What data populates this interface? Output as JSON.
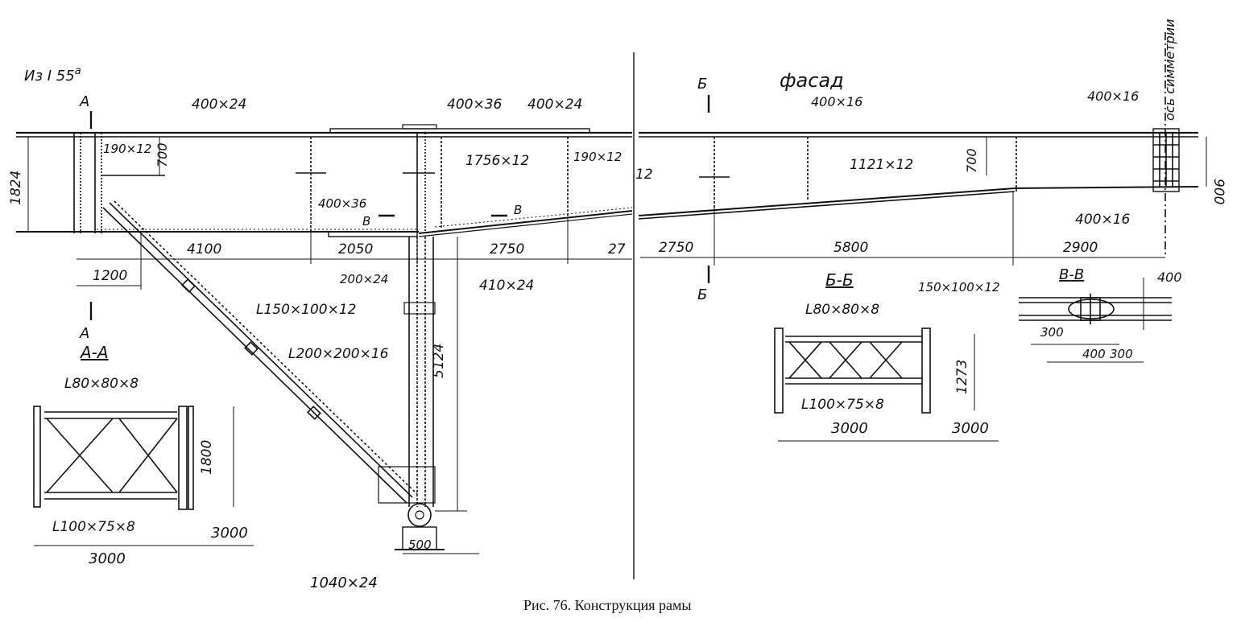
{
  "caption": "Рис. 76. Конструкция рамы",
  "views": {
    "facade": "фасад",
    "symmetry_axis": "ось симметрии"
  },
  "section_marks": {
    "a_top": "А",
    "a_bottom": "А",
    "b_top": "Б",
    "b_bottom": "Б",
    "v_left": "В",
    "v_right": "В"
  },
  "section_titles": {
    "a_a": "А-А",
    "b_b": "Б-Б",
    "v_v": "В-В"
  },
  "labels": {
    "i55": "Из I 55",
    "i55_sup": "а",
    "plate_400x24_left": "400×24",
    "plate_400x36_top": "400×36",
    "plate_400x24_mid": "400×24",
    "plate_400x16_top": "400×16",
    "plate_400x16_axis": "400×16",
    "plate_400x16_bottom": "400×16",
    "web_190x12_left": "190×12",
    "web_1756x12": "1756×12",
    "web_190x12_right": "190×12",
    "web_1121x12": "1121×12",
    "plate_400x36_bottom": "400×36",
    "plate_410x24": "410×24",
    "plate_200x24": "200×24",
    "angle_150x100x12": "L150×100×12",
    "angle_200x200x16": "L200×200×16",
    "angle_80x80x8_a": "L80×80×8",
    "angle_100x75x8_a": "L100×75×8",
    "angle_80x80x8_b": "L80×80×8",
    "angle_100x75x8_b": "L100×75×8",
    "angle_150x100x12_v": "150×100×12",
    "plate_1040x24": "1040×24",
    "small_12": "12"
  },
  "dimensions": {
    "h_1824": "1824",
    "h_700_left": "700",
    "h_700_right": "700",
    "h_900": "900",
    "h_5124": "5124",
    "h_1800": "1800",
    "h_1273": "1273",
    "d_1200": "1200",
    "d_4100": "4100",
    "d_2050": "2050",
    "d_2750_left": "2750",
    "d_27_cut": "27",
    "d_2750_right": "2750",
    "d_5800": "5800",
    "d_2900": "2900",
    "d_500": "500",
    "d_3000_aa": "3000",
    "d_3000_aa_right": "3000",
    "d_3000_bb": "3000",
    "d_3000_bb_right": "3000",
    "d_400_vv_top": "400",
    "d_300_vv_left": "300",
    "d_400_vv": "400",
    "d_300_vv_right": "300"
  }
}
